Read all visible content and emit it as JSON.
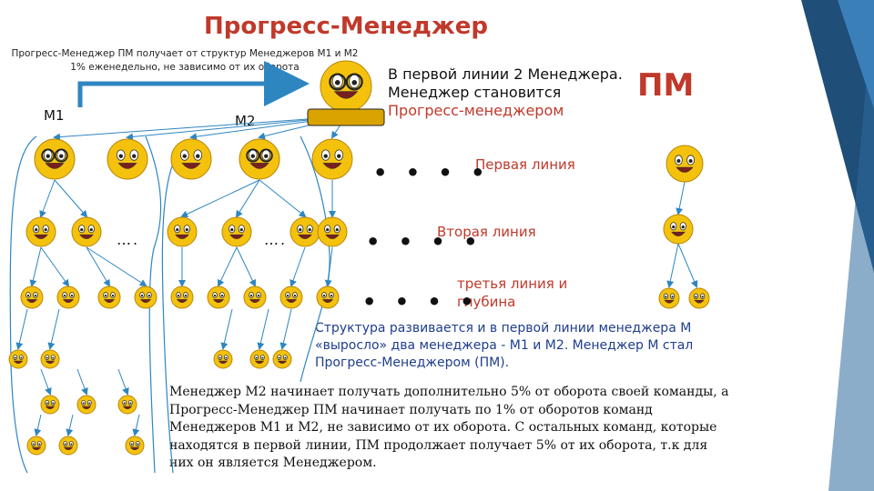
{
  "title": "Прогресс-Менеджер",
  "note": "Прогресс-Менеджер ПМ получает от структур Менеджеров М1 и М2 1% еженедельно, не зависимо от их оборота",
  "first_line_note": {
    "line1": "В первой линии 2 Менеджера.",
    "line2": "Менеджер становится",
    "line3": "Прогресс-менеджером"
  },
  "pm_label": "ПМ",
  "m1_label": "М1",
  "m2_label": "М2",
  "levels": {
    "first": "Первая линия",
    "second": "Вторая линия",
    "third": "третья линия и глубина"
  },
  "ellipsis_big": "• • • •",
  "ellipsis_small": "….",
  "summary": "Структура развивается и в первой линии менеджера М «выросло» два менеджера - М1 и М2. Менеджер М стал Прогресс-Менеджером (ПМ).",
  "explanation": "Менеджер М2 начинает получать дополнительно 5% от оборота своей команды, а Прогресс-Менеджер ПМ начинает получать по 1% от оборотов команд Менеджеров М1 и М2, не зависимо от их оборота. С остальных команд, которые находятся в первой линии, ПМ продолжает получает 5% от их оборота, т.к для них он является Менеджером.",
  "colors": {
    "title": "#c0392b",
    "summary": "#1f3e8c",
    "arrow": "#2e86c1",
    "smiley": "#f4c20d",
    "deco": "#2c5f8a"
  }
}
